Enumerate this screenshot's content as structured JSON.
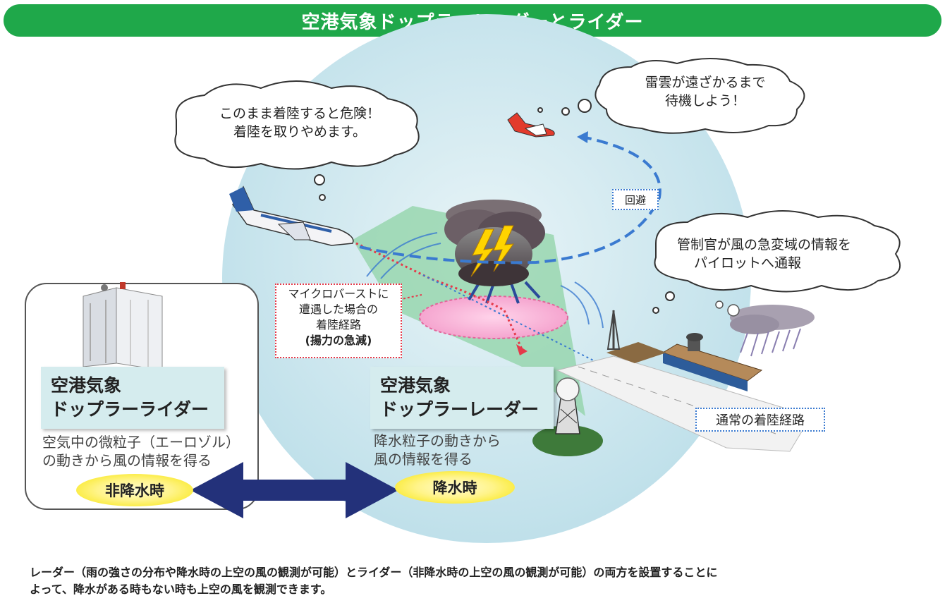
{
  "title": "空港気象ドップラーレーダーとライダー",
  "clouds": {
    "landing_abort": {
      "line1": "このまま着陸すると危険！",
      "line2": "着陸を取りやめます。"
    },
    "waiting": {
      "line1": "雷雲が遠ざかるまで",
      "line2": "待機しよう！"
    },
    "controller": {
      "line1": "管制官が風の急変域の情報を",
      "line2": "パイロットへ通報"
    }
  },
  "kaihi_label": "回避",
  "microburst_box": {
    "line1": "マイクロバーストに",
    "line2": "遭遇した場合の",
    "line3": "着陸経路",
    "line4": "(揚力の急減)"
  },
  "normal_path_label": "通常の着陸経路",
  "lidar": {
    "name_line1": "空港気象",
    "name_line2": "ドップラーライダー",
    "desc_line1": "空気中の微粒子（エーロゾル）",
    "desc_line2": "の動きから風の情報を得る",
    "condition": "非降水時"
  },
  "radar": {
    "name_line1": "空港気象",
    "name_line2": "ドップラーレーダー",
    "desc_line1": "降水粒子の動きから",
    "desc_line2": "風の情報を得る",
    "condition": "降水時"
  },
  "caption": {
    "line1": "レーダー（雨の強さの分布や降水時の上空の風の観測が可能）とライダー（非降水時の上空の風の観測が可能）の両方を設置することに",
    "line2": "よって、降水がある時もない時も上空の風を観測できます。"
  },
  "colors": {
    "title_bg": "#1fa84a",
    "sphere": "#cfe8ef",
    "scan_beam": "#8fd3a6",
    "arrow": "#23317a",
    "condition_fill": "#fff48a",
    "microburst_path": "#e53a4a",
    "avoid_path": "#3a7ad0"
  },
  "icons": [
    "airplane-icon",
    "thundercloud-icon",
    "lightning-icon",
    "lidar-unit-icon",
    "radar-dome-icon",
    "airport-terminal-icon",
    "rain-cloud-icon"
  ]
}
